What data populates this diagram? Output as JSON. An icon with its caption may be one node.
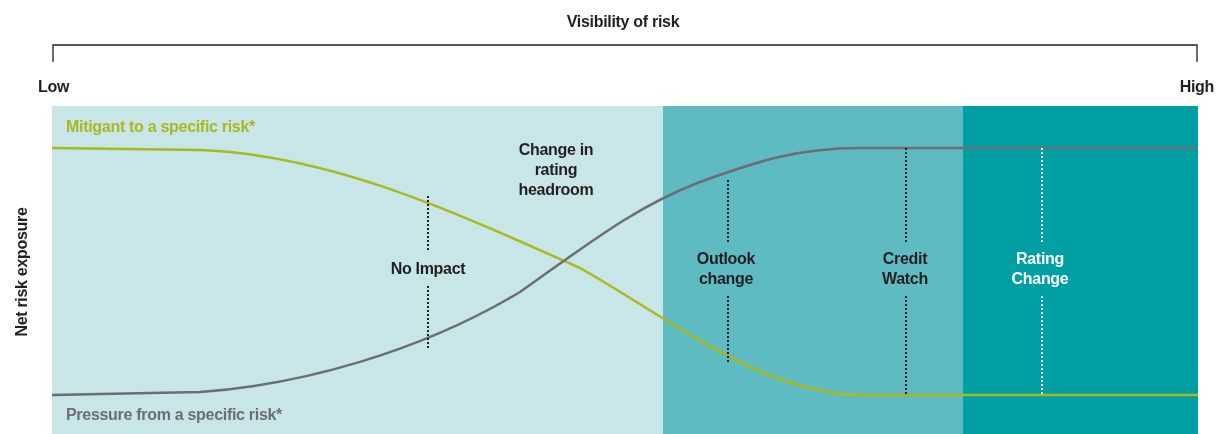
{
  "diagram": {
    "title": "Visibility of risk",
    "labels": [
      "Low",
      "High",
      "Net risk exposure",
      "Mitigant to a specific risk*",
      "Change in rating headroom",
      "No Impact",
      "Outlook change",
      "Credit Watch",
      "Rating Change",
      "Pressure from a specific risk*"
    ]
  }
}
